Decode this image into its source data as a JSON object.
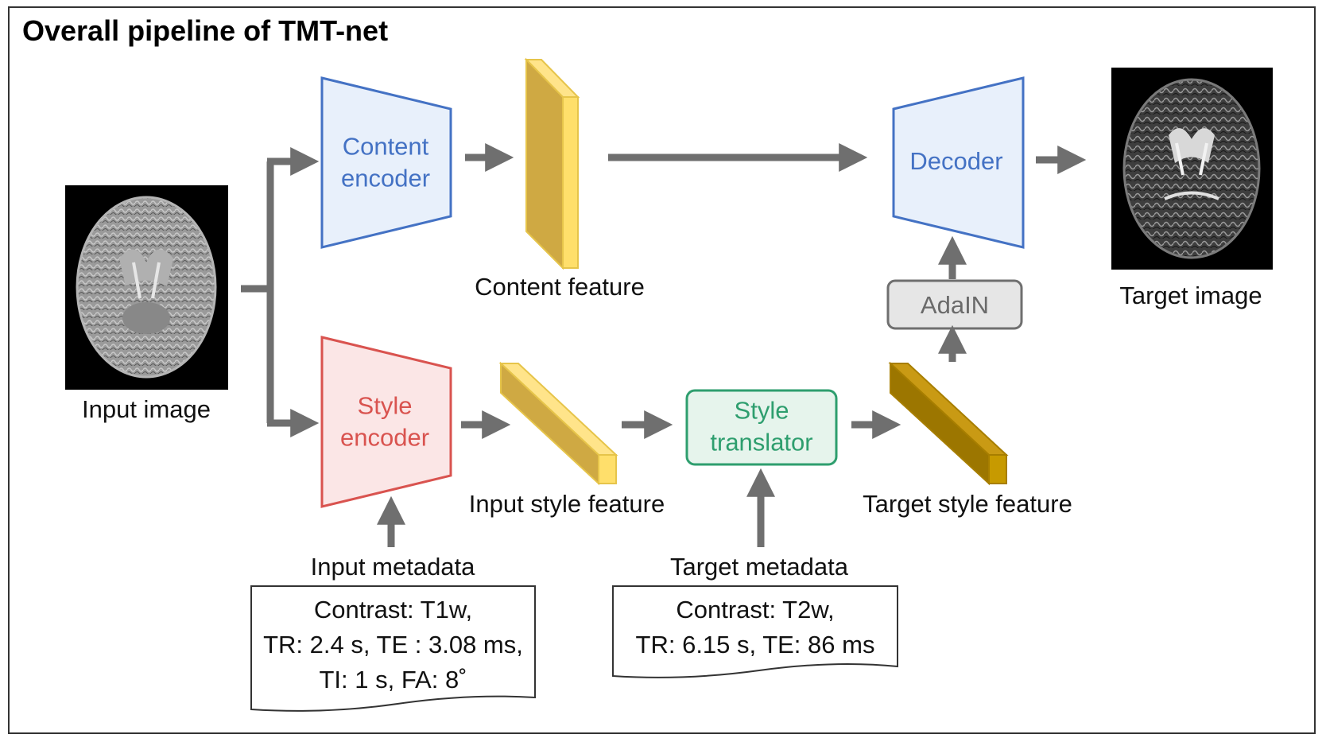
{
  "title": "Overall pipeline of TMT-net",
  "blocks": {
    "content_encoder": [
      "Content",
      "encoder"
    ],
    "style_encoder": [
      "Style",
      "encoder"
    ],
    "decoder": "Decoder",
    "style_translator": [
      "Style",
      "translator"
    ],
    "adain": "AdaIN"
  },
  "labels": {
    "input_image": "Input image",
    "target_image": "Target image",
    "content_feature": "Content feature",
    "input_style_feature": "Input style feature",
    "target_style_feature": "Target style feature",
    "input_metadata": "Input metadata",
    "target_metadata": "Target metadata"
  },
  "metadata": {
    "input": [
      "Contrast: T1w,",
      "TR: 2.4 s, TE : 3.08 ms,",
      "TI: 1 s, FA: 8˚"
    ],
    "target": [
      "Contrast: T2w,",
      "TR: 6.15 s, TE: 86 ms"
    ]
  },
  "colors": {
    "content_encoder": "#4472c4",
    "style_encoder": "#d9534f",
    "style_translator": "#2e9e6e",
    "arrow": "#6f6f6f",
    "feature_gold": "#e6b53a",
    "feature_dark": "#b88a00"
  }
}
